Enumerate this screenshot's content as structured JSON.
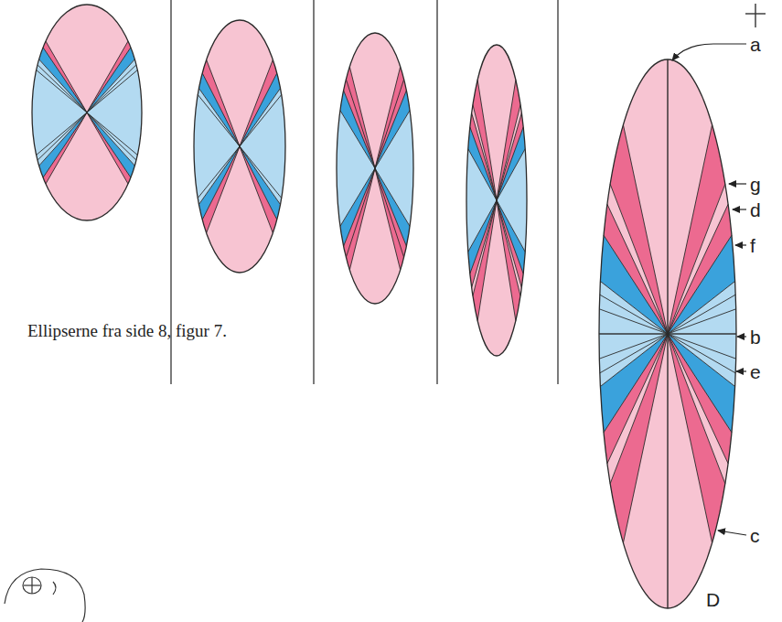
{
  "diagram": {
    "caption": "Ellipserne fra side 8, figur 7.",
    "labels": [
      "a",
      "g",
      "d",
      "f",
      "b",
      "e",
      "c",
      "D"
    ]
  }
}
